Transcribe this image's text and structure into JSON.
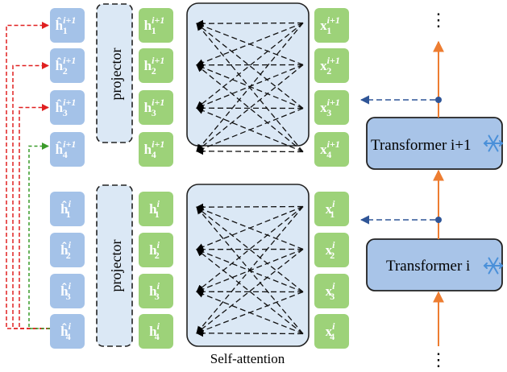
{
  "labels": {
    "projector_upper": "projector",
    "projector_lower": "projector",
    "self_attention": "Self-attention",
    "transformer_upper": "Transformer i+1",
    "transformer_lower": "Transformer i",
    "ellipsis_top": "⋮",
    "ellipsis_bottom": "⋮"
  },
  "tokens": {
    "upper_layer_sup": "i+1",
    "lower_layer_sup": "i",
    "indices": [
      "1",
      "2",
      "3",
      "4"
    ],
    "hat_symbol": "ĥ",
    "h_symbol": "h",
    "x_symbol": "x"
  },
  "icons": {
    "freeze": "snowflake-icon"
  },
  "colors": {
    "hat_fill": "#a4c2e8",
    "h_fill": "#9dd279",
    "x_fill": "#9dd279",
    "projector_fill": "#dbe8f5",
    "attention_fill": "#dbe8f5",
    "transformer_fill": "#a8c4e8",
    "arrow_orange": "#ed7d31",
    "arrow_blue_dashed": "#2f5597",
    "feedback_red": "#e02020",
    "feedback_green": "#3a9b2a",
    "snowflake": "#4a90d9"
  }
}
